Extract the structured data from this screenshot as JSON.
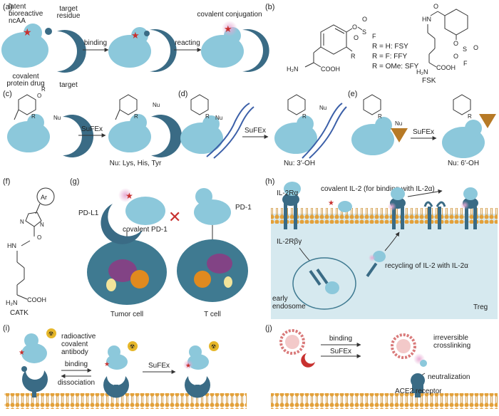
{
  "colors": {
    "light_blue": "#8cc8db",
    "dark_blue": "#3a6b85",
    "red": "#c8312f",
    "glow": "#e6a9d2",
    "membrane": "#e3a13a",
    "cell_bg": "#d6e9ef",
    "nucleus": "#3f7a91",
    "organelle": "#8e3a83",
    "orange": "#e08a1f",
    "yellow": "#f2e49a",
    "dna": "#3b5fa8",
    "triangle": "#b77a26",
    "virus": "#d97a7a"
  },
  "panel_a": {
    "label": "(a)",
    "ncaa": "latent\nbioreactive\nncAA",
    "target_residue": "target\nresidue",
    "covalent_drug": "covalent\nprotein drug",
    "target": "target",
    "binding": "binding",
    "reacting": "reacting",
    "conjugation": "covalent conjugation"
  },
  "panel_b": {
    "label": "(b)",
    "h2n": "H₂N",
    "cooh": "COOH",
    "r_h": "R = H: FSY",
    "r_f": "R = F: FFY",
    "r_ome": "R = OMe: SFY",
    "r": "R",
    "o": "O",
    "s": "S",
    "f": "F",
    "fsk": "FSK",
    "hn": "HN",
    "o2": "O"
  },
  "panel_c": {
    "label": "(c)",
    "arrow": "SuFEx",
    "caption": "Nu: Lys, His, Tyr",
    "nu": "Nu",
    "r": "R"
  },
  "panel_d": {
    "label": "(d)",
    "arrow": "SuFEx",
    "caption": "Nu: 3′-OH",
    "nu": "Nu",
    "r": "R"
  },
  "panel_e": {
    "label": "(e)",
    "arrow": "SuFEx",
    "caption": "Nu: 6′-OH",
    "nu": "Nu",
    "r": "R"
  },
  "panel_f": {
    "label": "(f)",
    "ar": "Ar",
    "hn": "HN",
    "h2n": "H₂N",
    "cooh": "COOH",
    "catk": "CATK",
    "n": "N",
    "o": "O"
  },
  "panel_g": {
    "label": "(g)",
    "pdl1": "PD-L1",
    "pd1": "PD-1",
    "covalent": "covalent PD-1",
    "tumor": "Tumor cell",
    "tcell": "T cell"
  },
  "panel_h": {
    "label": "(h)",
    "il2ra": "IL-2Rα",
    "covalent_il2": "covalent IL-2 (for binding with IL-2α)",
    "il2rbg": "IL-2Rβγ",
    "recycling": "recycling of IL-2 with IL-2α",
    "early": "early\nendosome",
    "treg": "Treg"
  },
  "panel_i": {
    "label": "(i)",
    "antibody": "radioactive\ncovalent\nantibody",
    "binding": "binding",
    "dissociation": "dissociation",
    "sufex": "SuFEx"
  },
  "panel_j": {
    "label": "(j)",
    "binding": "binding",
    "sufex": "SuFEx",
    "irreversible": "irreversible\ncrosslinking",
    "neutralization": "neutralization",
    "ace2": "ACE2 receptor"
  }
}
